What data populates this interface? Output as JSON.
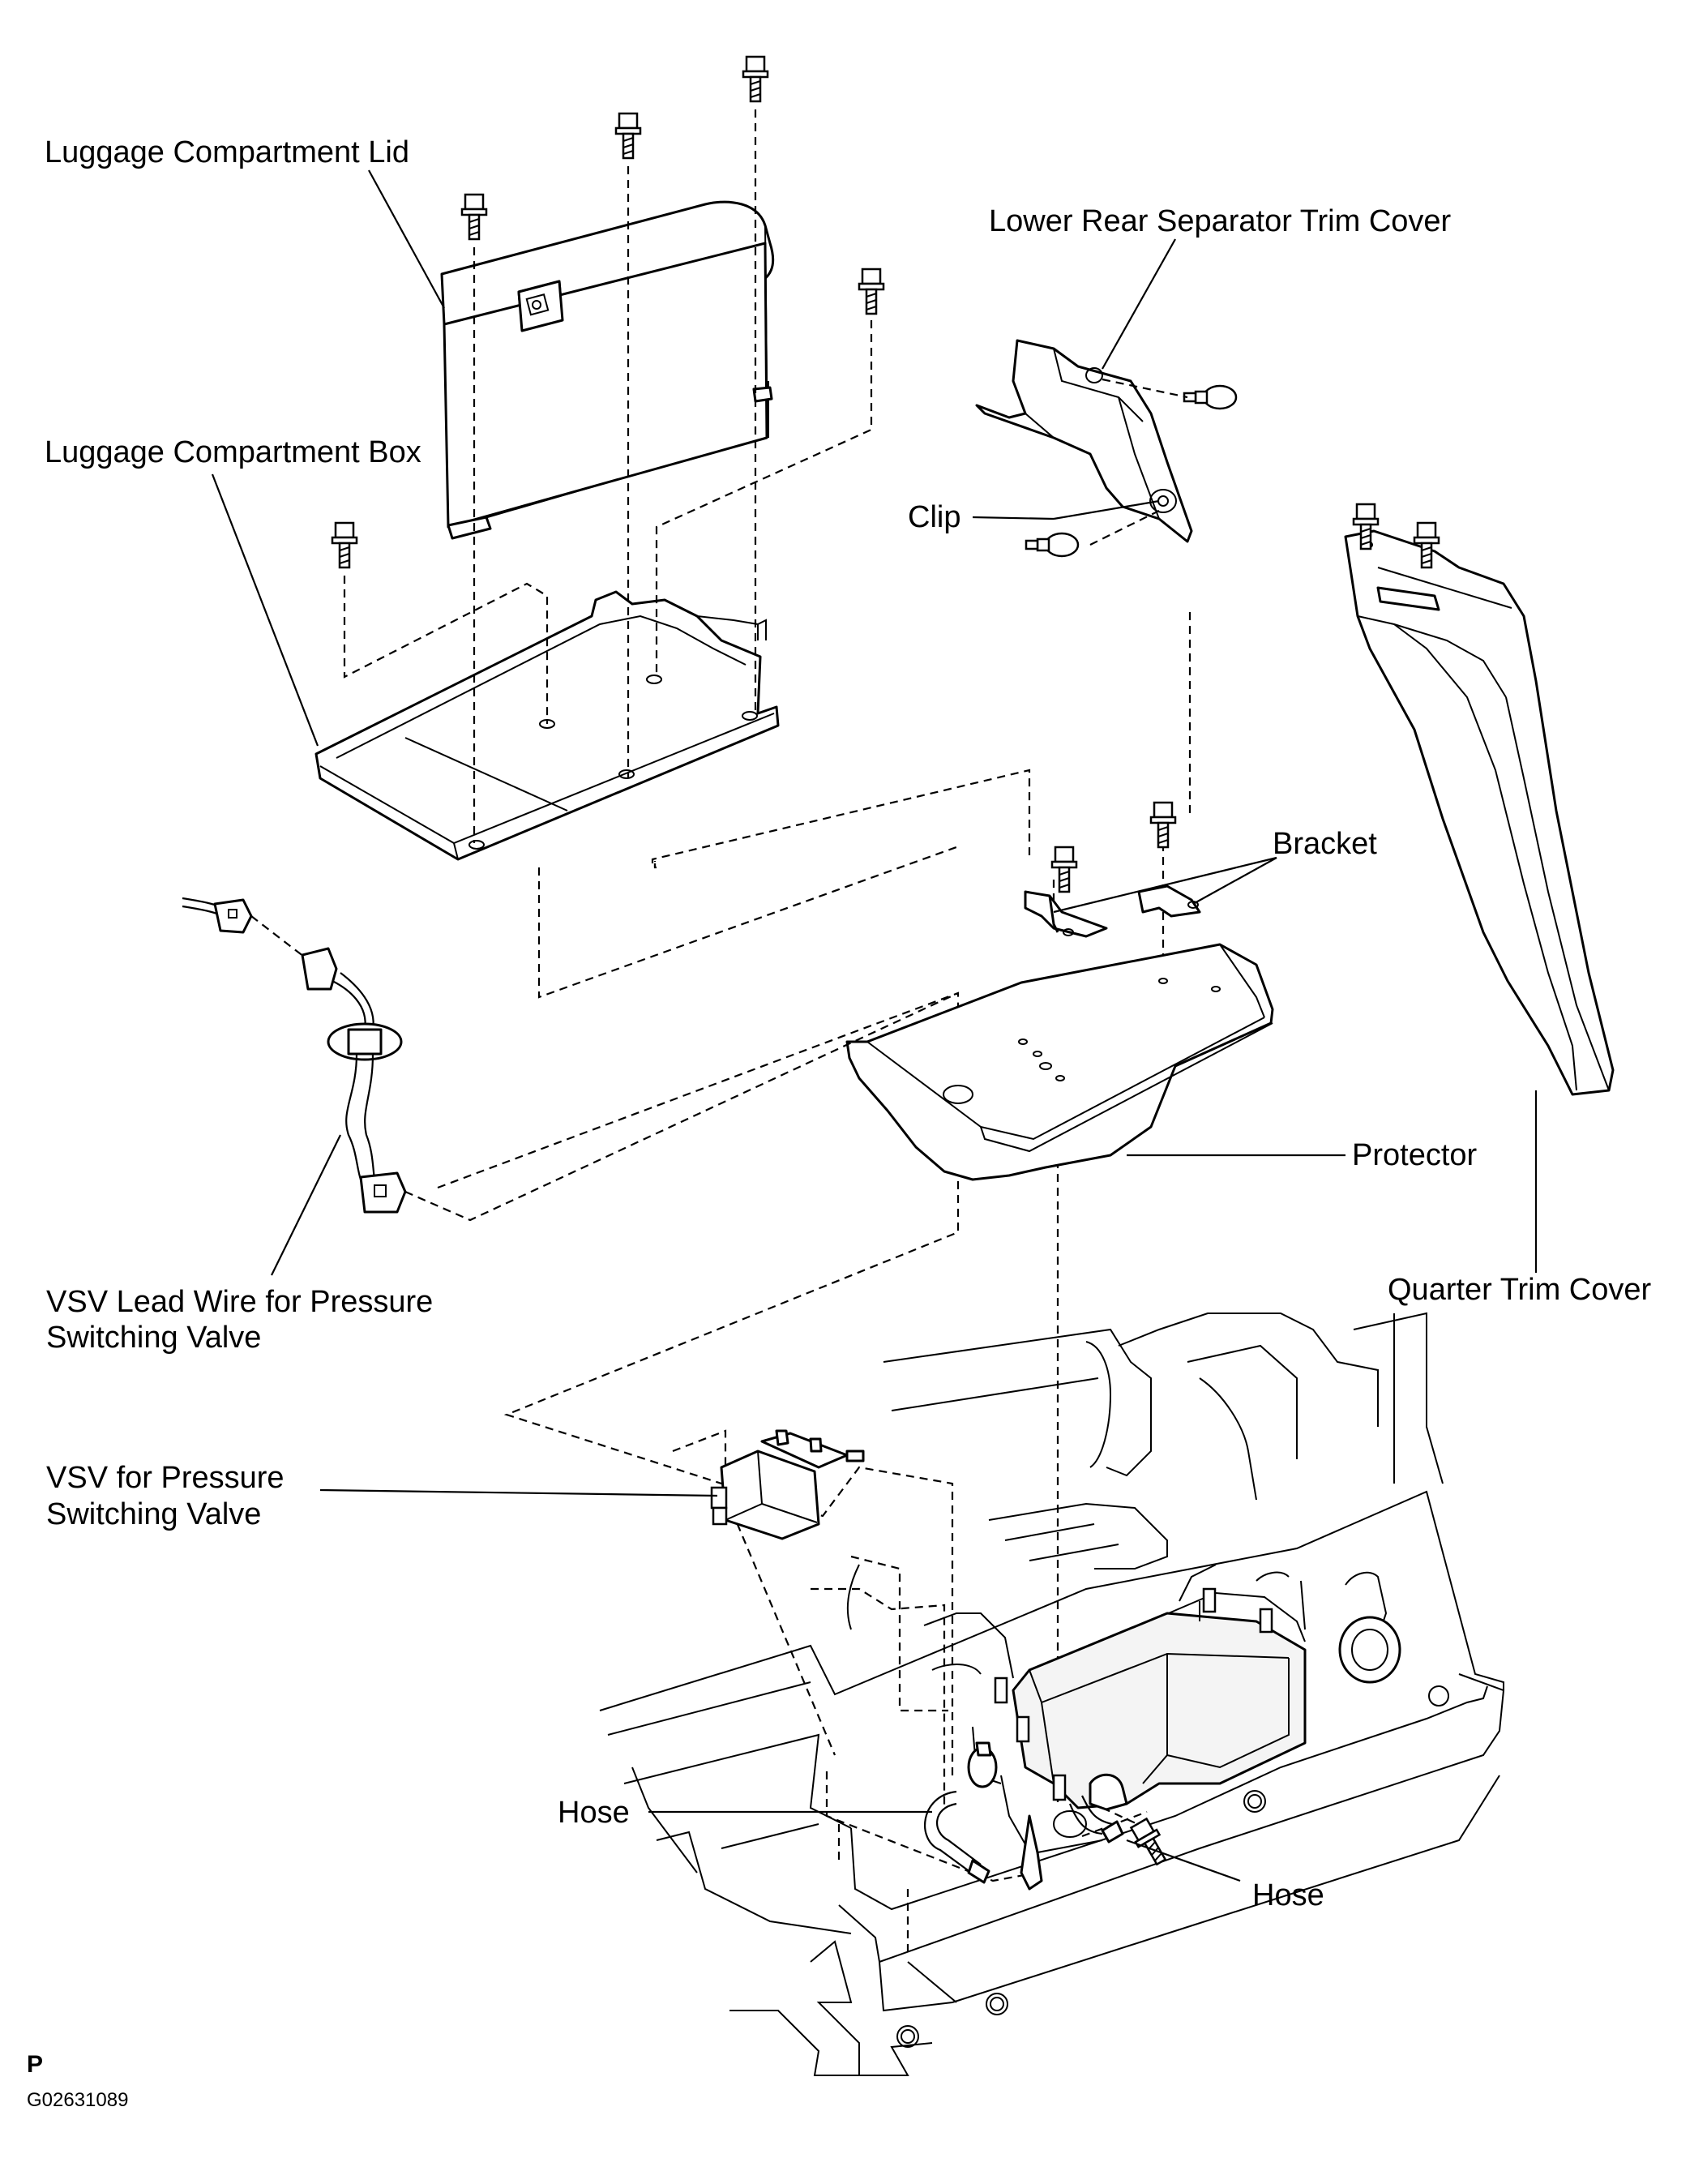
{
  "labels": {
    "luggage_lid": "Luggage Compartment Lid",
    "lower_rear_cover": "Lower Rear Separator Trim Cover",
    "luggage_box": "Luggage Compartment Box",
    "clip": "Clip",
    "bracket": "Bracket",
    "protector": "Protector",
    "quarter_trim": "Quarter Trim Cover",
    "vsv_lead_line1": "VSV Lead Wire for Pressure",
    "vsv_lead_line2": "Switching Valve",
    "vsv_line1": "VSV for Pressure",
    "vsv_line2": "Switching Valve",
    "hose_left": "Hose",
    "hose_right": "Hose"
  },
  "footer": {
    "page_letter": "P",
    "figure_code": "G02631089"
  }
}
